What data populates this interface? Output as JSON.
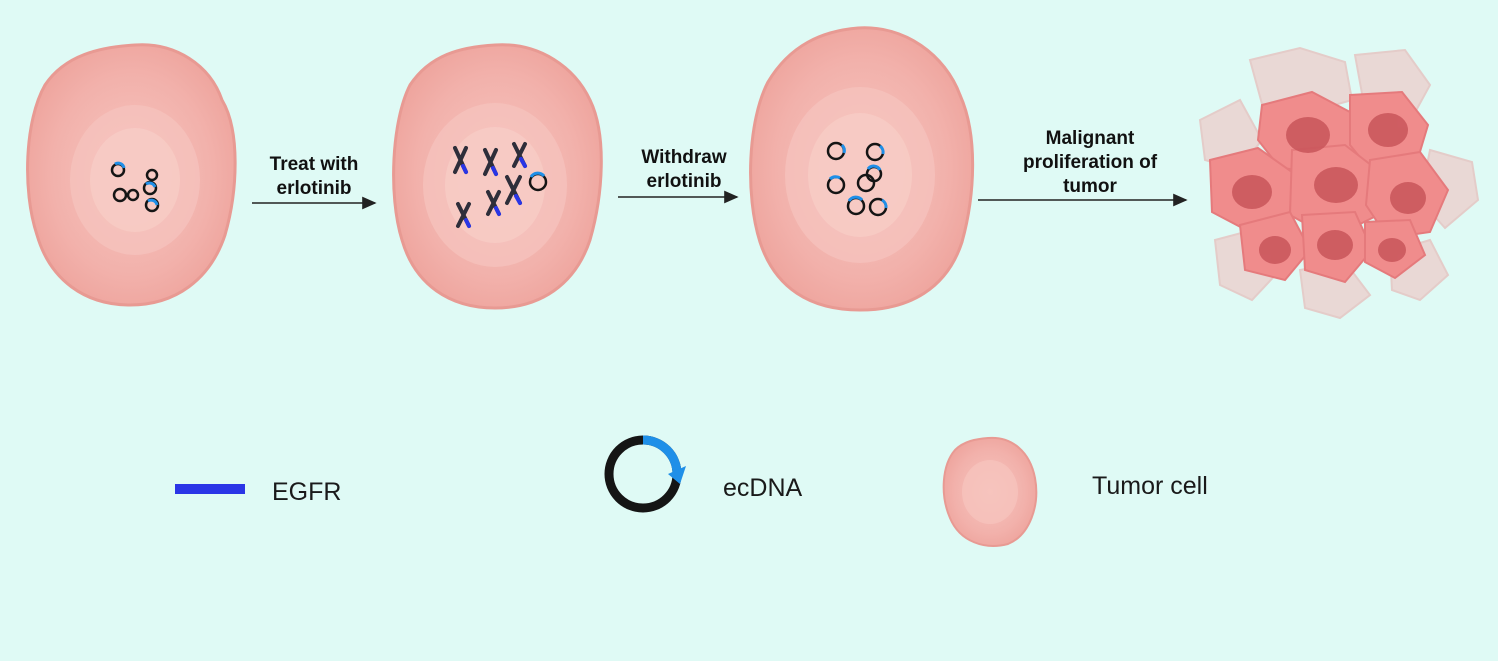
{
  "steps": [
    {
      "label_line1": "Treat with",
      "label_line2": "erlotinib"
    },
    {
      "label_line1": "Withdraw",
      "label_line2": "erlotinib"
    },
    {
      "label_line1": "Malignant",
      "label_line2": "proliferation of",
      "label_line3": "tumor"
    }
  ],
  "legend": {
    "egfr": "EGFR",
    "ecdna": "ecDNA",
    "tumor_cell": "Tumor cell"
  },
  "colors": {
    "background": "#dffaf5",
    "cell_fill": "#f2b1ab",
    "cell_outline": "#e89a93",
    "nucleus_fill": "#f6c3bd",
    "egfr_blue": "#2a35e6",
    "ecdna_blue": "#1f8fe8",
    "ring_black": "#151515",
    "tumor_cluster": "#f08c8c",
    "tumor_nucleus": "#c9555a"
  }
}
